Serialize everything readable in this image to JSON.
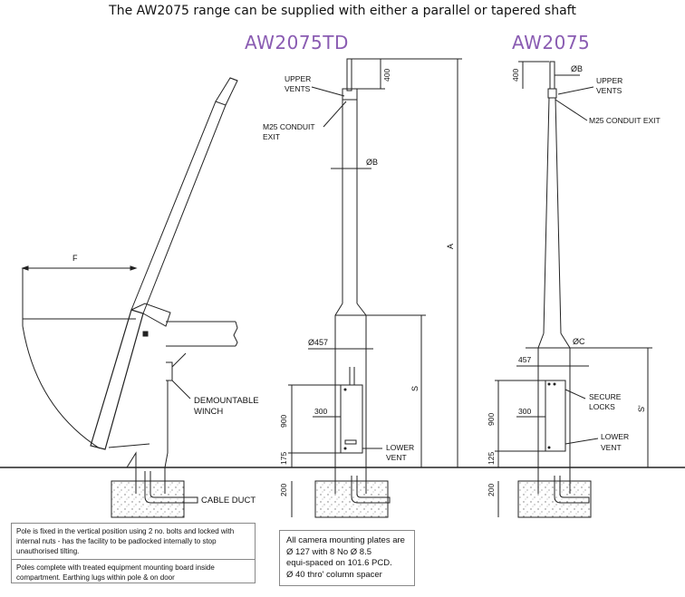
{
  "header": {
    "title": "The AW2075 range can be supplied with either a parallel or tapered shaft",
    "left_model": "AW2075TD",
    "right_model": "AW2075"
  },
  "labels": {
    "f": "F",
    "demountable_winch_1": "DEMOUNTABLE",
    "demountable_winch_2": "WINCH",
    "cable_duct": "CABLE DUCT",
    "upper_vents_1": "UPPER",
    "upper_vents_2": "VENTS",
    "m25_1": "M25 CONDUIT",
    "m25_2": "EXIT",
    "m25_full": "M25 CONDUIT EXIT",
    "dia_b": "ØB",
    "dia_c": "ØC",
    "dia_457": "Ø457",
    "dim_457": "457",
    "dim_300": "300",
    "dim_400": "400",
    "dim_900": "900",
    "dim_175": "175",
    "dim_125": "125",
    "dim_200": "200",
    "dim_a": "A",
    "dim_s": "S",
    "dim_s_prime": "S'",
    "lower_vent_1": "LOWER",
    "lower_vent_2": "VENT",
    "secure_locks_1": "SECURE",
    "secure_locks_2": "LOCKS"
  },
  "notes": {
    "pole_fixing": "Pole is fixed in the vertical position using 2 no. bolts and locked with internal nuts - has the facility to be padlocked internally to stop unauthorised tilting.",
    "compartment": "Poles complete with treated equipment mounting board inside compartment. Earthing lugs within pole & on door",
    "mounting_plates": [
      "All camera mounting plates are",
      "Ø 127 with 8 No Ø 8.5",
      "equi-spaced on 101.6 PCD.",
      "Ø 40 thro' column spacer"
    ]
  }
}
